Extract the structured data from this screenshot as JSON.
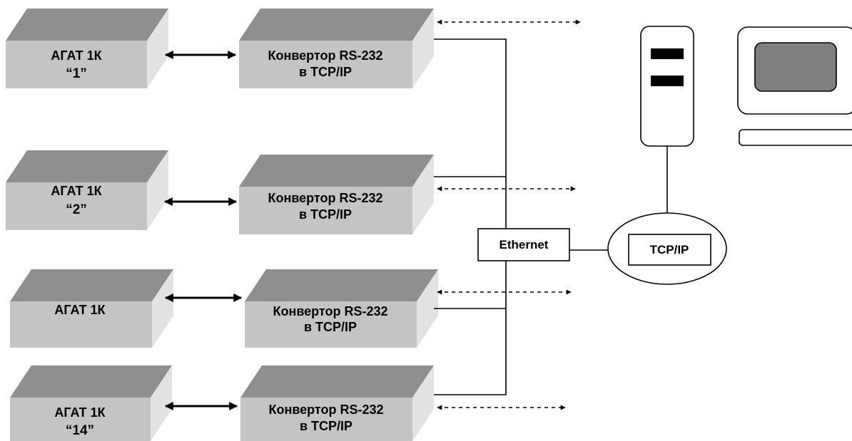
{
  "devices": [
    {
      "name": "АГАТ 1К",
      "number": "“1”"
    },
    {
      "name": "АГАТ 1К",
      "number": "“2”"
    },
    {
      "name": "АГАТ 1К",
      "number": ""
    },
    {
      "name": "АГАТ 1К",
      "number": "“14”"
    }
  ],
  "converter": {
    "line1": "Конвертор RS-232",
    "line2": "в TCP/IP"
  },
  "network": {
    "ethernet_label": "Ethernet",
    "tcpip_label": "TCP/IP"
  },
  "colors": {
    "box_front": "#c4c4c4",
    "box_top": "#8f8f8f",
    "box_side": "#e2e2e2",
    "monitor_screen": "#7f7f7f"
  }
}
